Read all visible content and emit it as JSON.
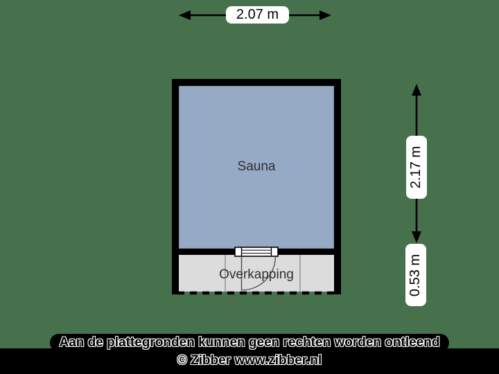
{
  "page": {
    "background_color": "#47714c",
    "canvas_color": "#000000"
  },
  "floorplan": {
    "sauna": {
      "label": "Sauna",
      "fill_color": "#96a9c5"
    },
    "overkapping": {
      "label": "Overkapping",
      "fill_color": "#dcdcdc"
    },
    "wall_color": "#000000",
    "dimensions": {
      "top_width": "2.07 m",
      "right_height": "2.17 m",
      "right_lower_height": "0.53 m"
    }
  },
  "footer": {
    "disclaimer": "Aan de plattegronden kunnen geen rechten worden ontleend",
    "credit": "© Zibber www.zibber.nl"
  }
}
